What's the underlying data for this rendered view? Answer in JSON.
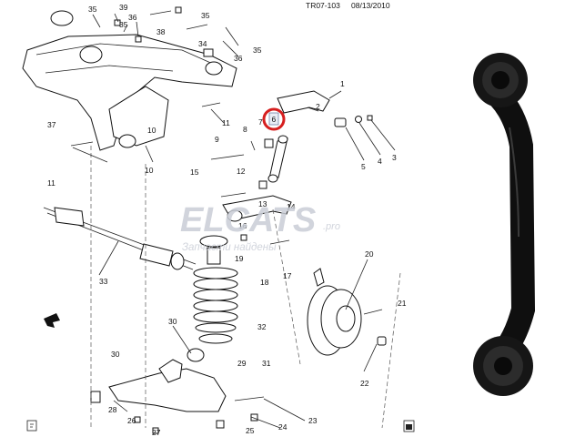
{
  "header": {
    "diagram_id": "TR07-103",
    "date": "08/13/2010"
  },
  "highlight": {
    "label": "6",
    "color": "#d61f1f"
  },
  "watermark": {
    "brand": "ELCATS",
    "line1": ".pro",
    "line2": "Запчасти найдены",
    "color": "#c9cdd6"
  },
  "callouts": [
    "35",
    "39",
    "36",
    "35",
    "38",
    "35",
    "34",
    "36",
    "35",
    "37",
    "1",
    "2",
    "7",
    "6",
    "3",
    "4",
    "5",
    "11",
    "9",
    "8",
    "10",
    "10",
    "11",
    "15",
    "12",
    "13",
    "14",
    "16",
    "17",
    "18",
    "19",
    "20",
    "33",
    "32",
    "31",
    "30",
    "30",
    "29",
    "28",
    "27",
    "26",
    "25",
    "24",
    "23",
    "22",
    "21"
  ],
  "corner_icons": {
    "left": "fig-ref-icon",
    "right": "page-ref-icon"
  },
  "product": {
    "name": "rear-control-link-photo",
    "color": "#111111"
  }
}
